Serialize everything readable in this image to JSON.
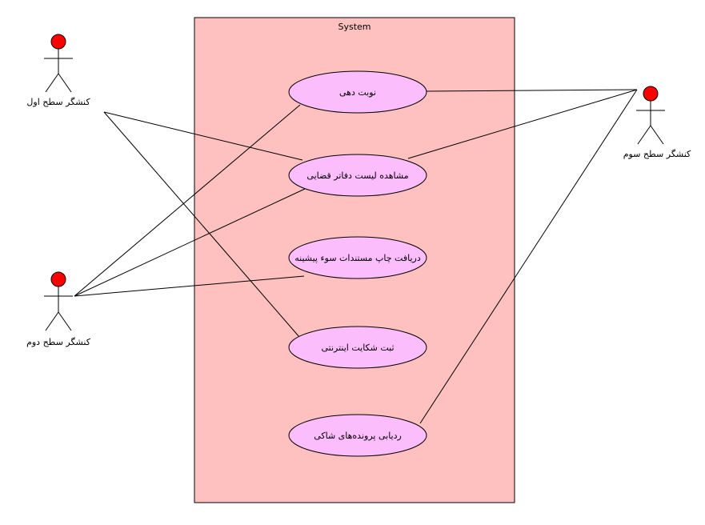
{
  "system": {
    "title": "System",
    "fill": "#ffc0c0"
  },
  "colors": {
    "use_case_fill": "#fbbdfb",
    "actor_head": "#ff0000",
    "line": "#000000"
  },
  "actors": [
    {
      "id": "a1",
      "label": "کنشگر سطح اول"
    },
    {
      "id": "a2",
      "label": "کنشگر سطح دوم"
    },
    {
      "id": "a3",
      "label": "کنشگر سطح سوم"
    }
  ],
  "use_cases": [
    {
      "id": "u1",
      "label": "نوبت دهی"
    },
    {
      "id": "u2",
      "label": "مشاهده لیست دفاتر قضایی"
    },
    {
      "id": "u3",
      "label": "دریافت چاپ مستندات سوء پیشینه"
    },
    {
      "id": "u4",
      "label": "ثبت شکایت اینترنتی"
    },
    {
      "id": "u5",
      "label": "ردیابی پرونده‌های شاکی"
    }
  ],
  "associations": [
    [
      "a1",
      "u2"
    ],
    [
      "a1",
      "u4"
    ],
    [
      "a2",
      "u1"
    ],
    [
      "a2",
      "u2"
    ],
    [
      "a2",
      "u3"
    ],
    [
      "a3",
      "u1"
    ],
    [
      "a3",
      "u2"
    ],
    [
      "a3",
      "u5"
    ]
  ]
}
